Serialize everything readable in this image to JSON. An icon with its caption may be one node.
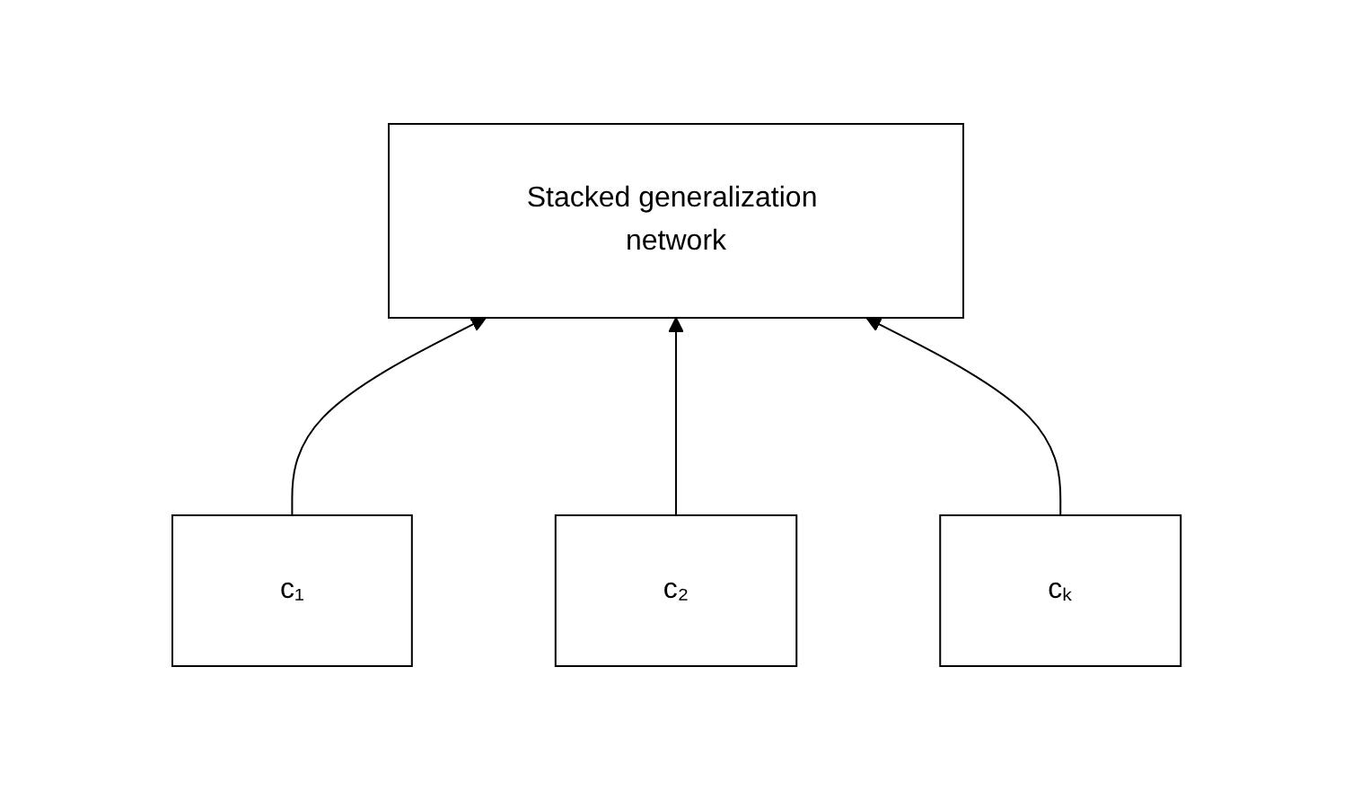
{
  "diagram": {
    "nodes": [
      {
        "text": [
          "Stacked generalization network"
        ]
      },
      {
        "text": [
          "c₁"
        ]
      },
      {
        "text": [
          "c₂"
        ]
      },
      {
        "text": [
          "cₖ"
        ]
      }
    ],
    "edges": [
      {
        "from": 1,
        "to": 0,
        "arrow": "to"
      },
      {
        "from": 2,
        "to": 0,
        "arrow": "to"
      },
      {
        "from": 3,
        "to": 0,
        "arrow": "to"
      }
    ]
  }
}
